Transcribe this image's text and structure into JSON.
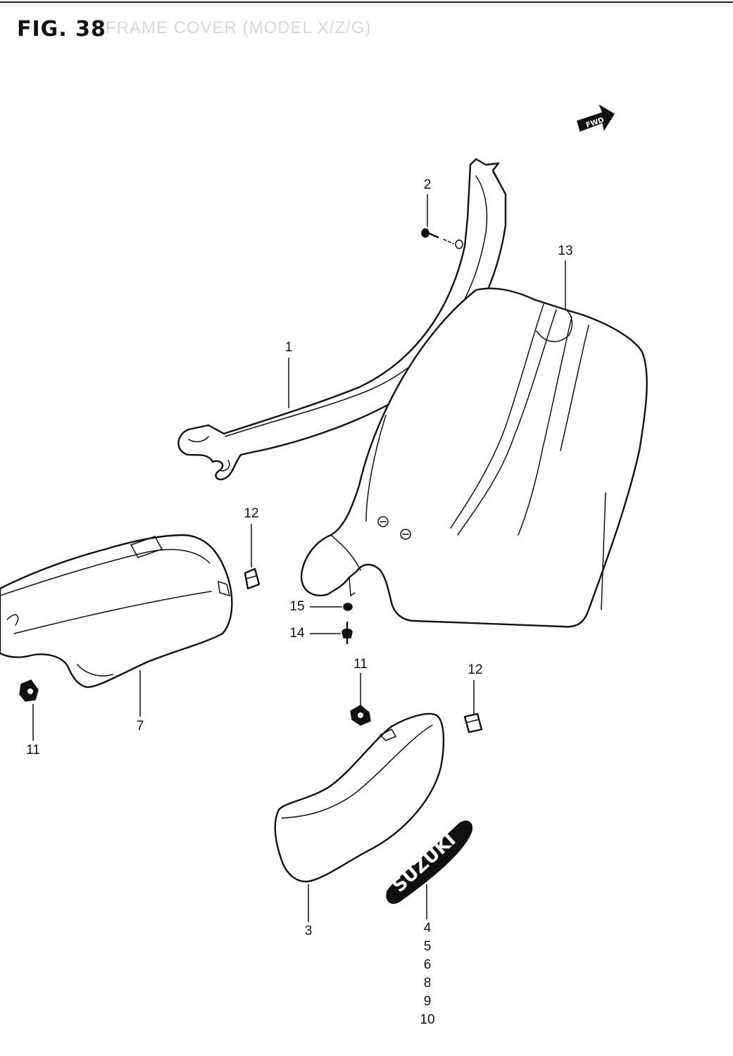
{
  "figure": {
    "title": "FIG. 38",
    "subtitle": "FRAME COVER (MODEL X/Z/G)"
  },
  "direction_badge": "FWD",
  "emblem_text": "SUZUKI",
  "callouts": {
    "c1": "1",
    "c2": "2",
    "c3": "3",
    "c4": "4",
    "c5": "5",
    "c6": "6",
    "c7": "7",
    "c8": "8",
    "c9": "9",
    "c10": "10",
    "c11a": "11",
    "c11b": "11",
    "c12a": "12",
    "c12b": "12",
    "c13": "13",
    "c14": "14",
    "c15": "15"
  }
}
